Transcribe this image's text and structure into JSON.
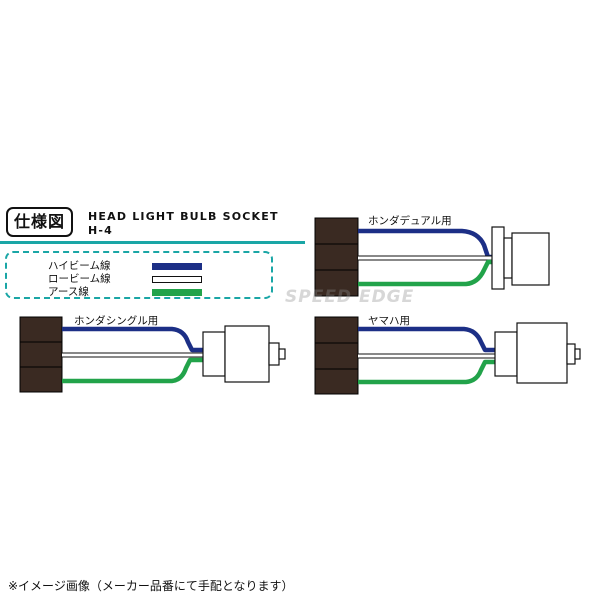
{
  "spec_badge": "仕様図",
  "product_title": "HEAD LIGHT BULB SOCKET",
  "product_model": "H-4",
  "legend": [
    {
      "label": "ハイビーム線",
      "color": "#1c2f86",
      "outline": false
    },
    {
      "label": "ロービーム線",
      "color": "#ffffff",
      "outline": true
    },
    {
      "label": "アース線",
      "color": "#22a34a",
      "outline": false
    }
  ],
  "variants": [
    {
      "name": "ホンダデュアル用"
    },
    {
      "name": "ホンダシングル用"
    },
    {
      "name": "ヤマハ用"
    }
  ],
  "watermark": "SPEED EDGE",
  "footnote": "※イメージ画像（メーカー品番にて手配となります）",
  "colors": {
    "accent": "#1aa6a6",
    "wire_high": "#1c2f86",
    "wire_ground": "#22a34a",
    "plug": "#3a2a22"
  }
}
